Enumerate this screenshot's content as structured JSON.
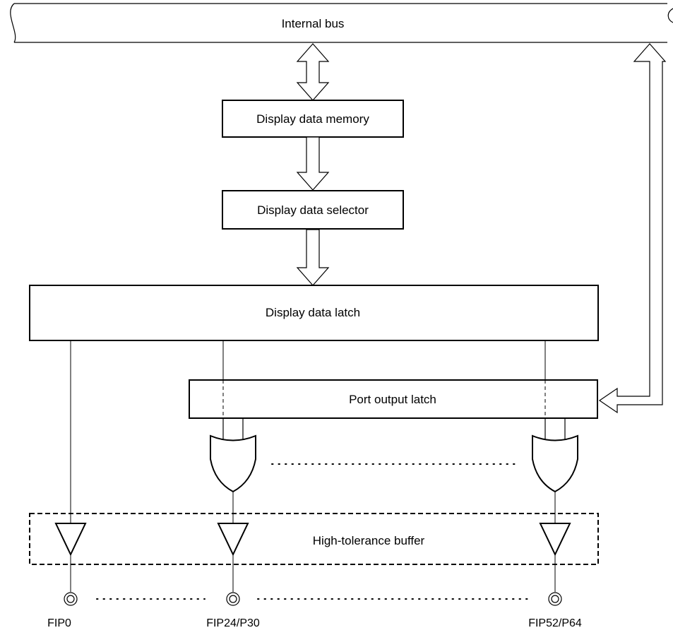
{
  "diagram": {
    "bus_label": "Internal bus",
    "memory_label": "Display data memory",
    "selector_label": "Display data selector",
    "latch_label": "Display data latch",
    "port_latch_label": "Port output latch",
    "buffer_label": "High-tolerance buffer",
    "pins": [
      "FIP0",
      "FIP24/P30",
      "FIP52/P64"
    ]
  }
}
